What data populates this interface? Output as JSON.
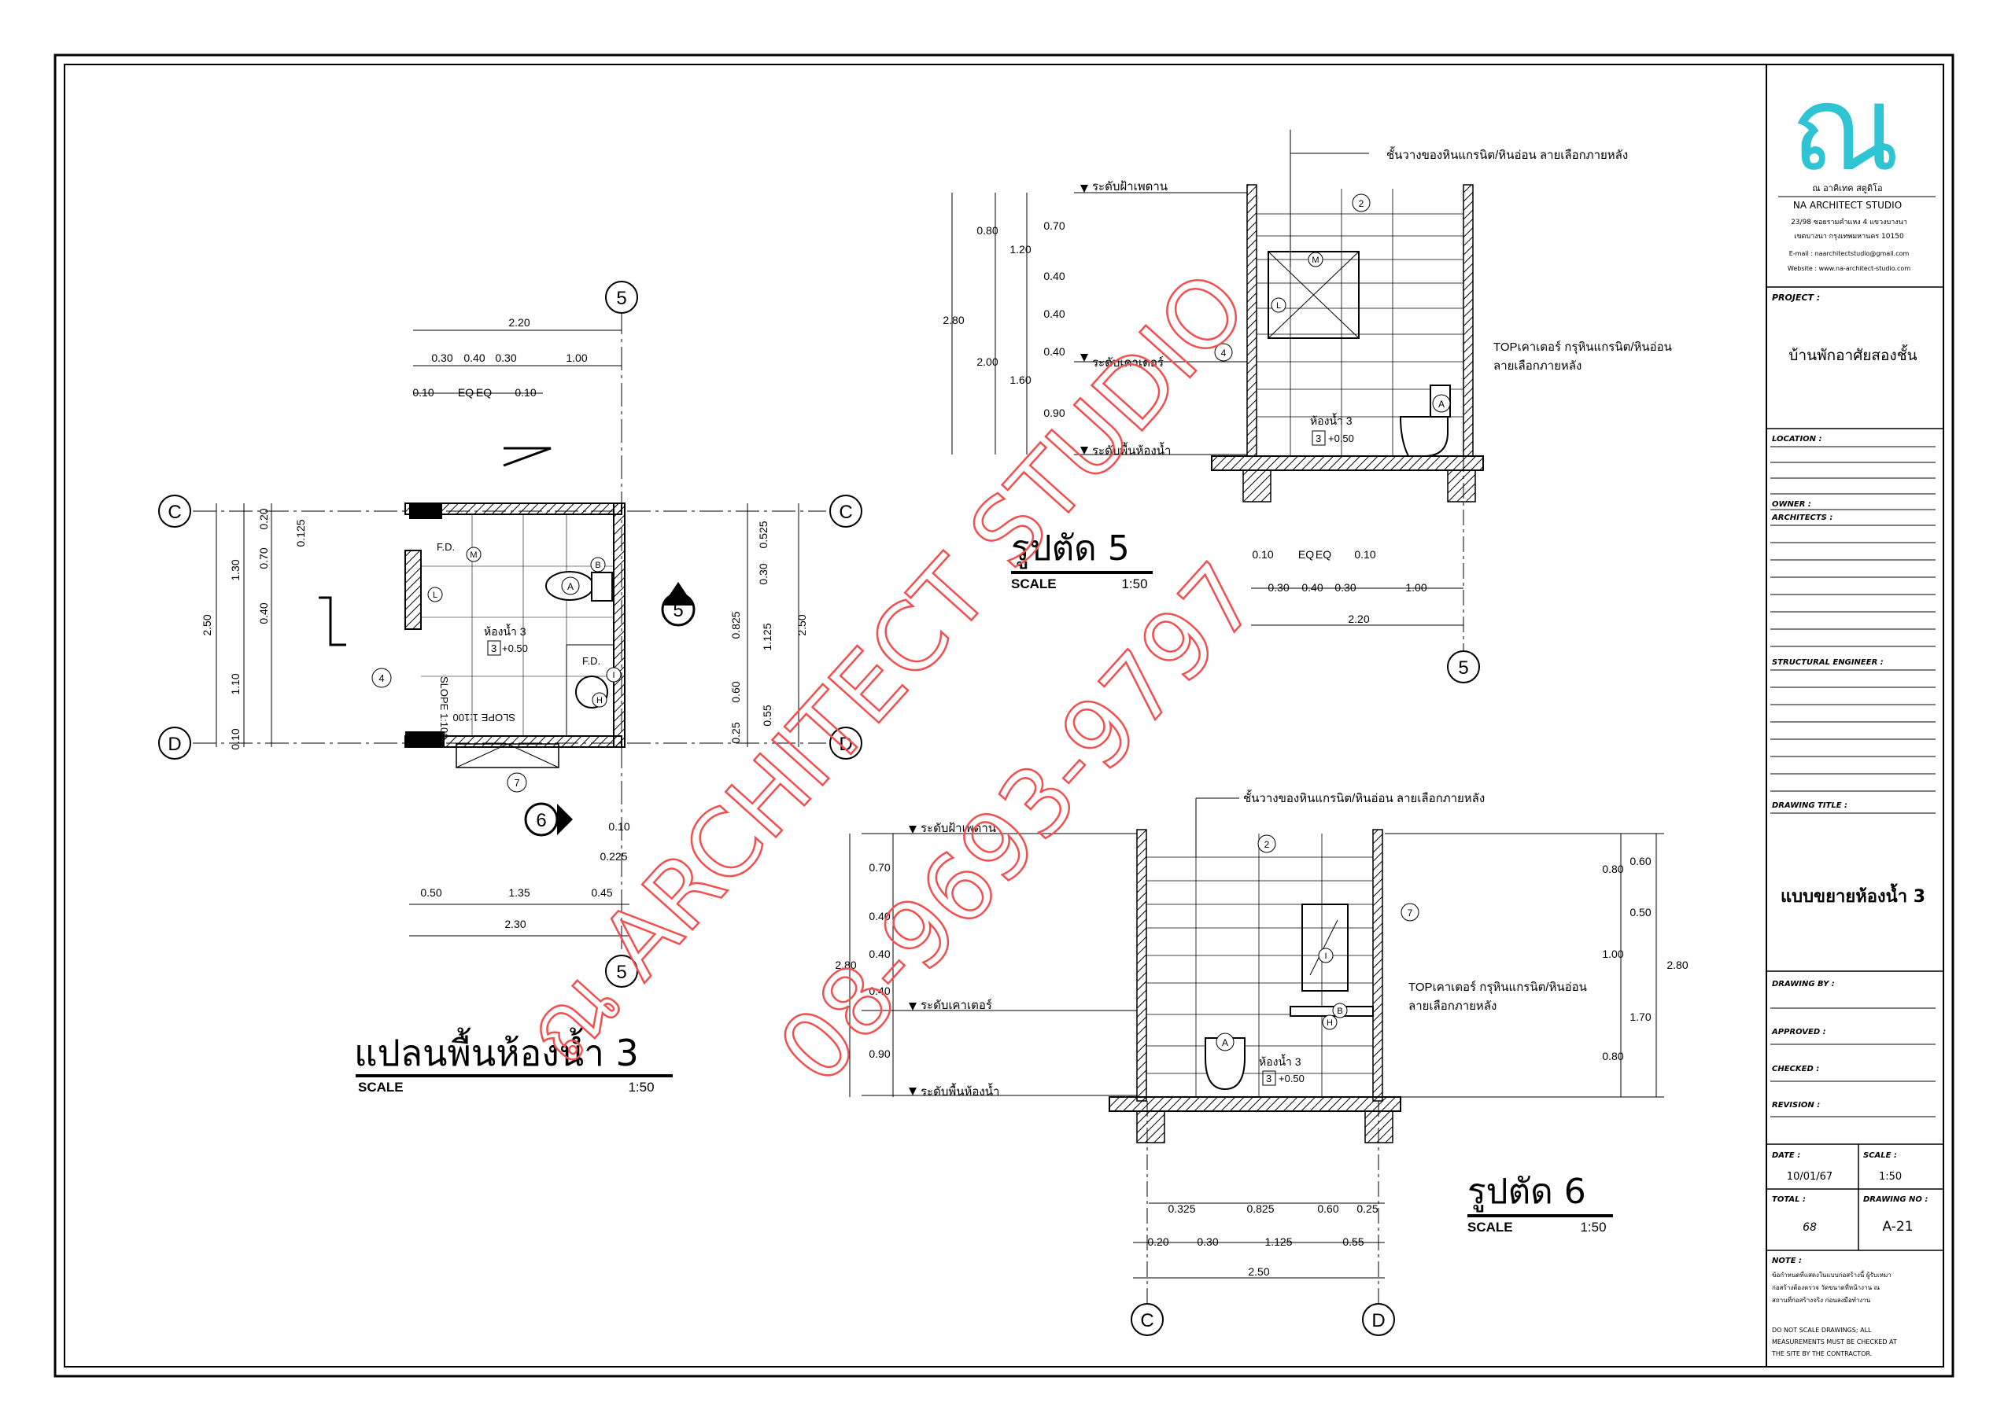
{
  "title_block": {
    "logo_text": "ณ",
    "studio_th": "ณ อาคิเทค สตูดิโอ",
    "studio_en": "NA ARCHITECT STUDIO",
    "addr1": "23/98 ซอยรามคำแหง 4 แขวงบางนา",
    "addr2": "เขตบางนา กรุงเทพมหานคร 10150",
    "email": "E-mail : naarchitectstudio@gmail.com",
    "website": "Website : www.na-architect-studio.com",
    "project_label": "PROJECT :",
    "project_name": "บ้านพักอาศัยสองชั้น",
    "location_label": "LOCATION :",
    "owner_label": "OWNER :",
    "architects_label": "ARCHITECTS :",
    "structural_label": "STRUCTURAL ENGINEER :",
    "drawing_title_label": "DRAWING TITLE :",
    "drawing_title": "แบบขยายห้องน้ำ 3",
    "drawn_by_label": "DRAWING BY :",
    "approved_label": "APPROVED :",
    "checked_label": "CHECKED :",
    "revision_label": "REVISION :",
    "date_label": "DATE :",
    "date_value": "10/01/67",
    "scale_label": "SCALE :",
    "scale_value": "1:50",
    "total_label": "TOTAL :",
    "total_value": "68",
    "drawing_no_label": "DRAWING NO :",
    "drawing_no_value": "A-21",
    "note_label": "NOTE :",
    "note_th1": "ข้อกำหนดที่แสดงในแบบก่อสร้างนี้ ผู้รับเหมา",
    "note_th2": "ก่อสร้างต้องตรวจ วัดขนาดที่หน้างาน ณ",
    "note_th3": "สถานที่ก่อสร้างจริง ก่อนลงมือทำงาน",
    "note_en1": "DO NOT SCALE DRAWINGS; ALL",
    "note_en2": "MEASUREMENTS MUST BE CHECKED AT",
    "note_en3": "THE SITE BY THE CONTRACTOR."
  },
  "plan": {
    "title": "แปลนพื้นห้องน้ำ 3",
    "scale_label": "SCALE",
    "scale_value": "1:50",
    "room_name": "ห้องน้ำ 3",
    "room_num": "3",
    "room_level": "+0.50",
    "slope1": "SLOPE 1:100",
    "slope2": "SLOPE 1:100",
    "fd1": "F.D.",
    "fd2": "F.D.",
    "grid_5": "5",
    "grid_c": "C",
    "grid_d": "D",
    "sec5_tag": "5",
    "sec6_tag": "6",
    "dims": {
      "top_total": "2.20",
      "t1": "0.30",
      "t2": "0.40",
      "t3": "0.30",
      "t4": "1.00",
      "t5": "0.10",
      "eq1": "EQ",
      "eq2": "EQ",
      "t6": "0.10",
      "left_total": "2.50",
      "l1": "1.30",
      "l2": "1.10",
      "l3": "0.10",
      "li1": "0.20",
      "li2": "0.125",
      "li3": "0.70",
      "li4": "0.40",
      "r1": "0.525",
      "r2": "0.30",
      "r3": "0.825",
      "r4": "0.60",
      "r5": "0.25",
      "r6": "1.125",
      "r7": "0.55",
      "right_total": "2.50",
      "b1": "0.50",
      "b2": "1.35",
      "b3": "0.45",
      "bottom_total": "2.30",
      "bs1": "0.10",
      "bs2": "0.225"
    },
    "tags": {
      "a": "A",
      "b": "B",
      "h": "H",
      "i": "I",
      "l": "L",
      "m": "M",
      "4": "4",
      "7": "7"
    }
  },
  "sec5": {
    "title": "รูปตัด 5",
    "scale_label": "SCALE",
    "scale_value": "1:50",
    "note_shelf": "ชั้นวางของหินแกรนิต/หินอ่อน ลายเลือกภายหลัง",
    "note_top1": "TOPเคาเตอร์ กรุหินแกรนิต/หินอ่อน",
    "note_top2": "ลายเลือกภายหลัง",
    "lvl_ceiling": "ระดับฝ้าเพดาน",
    "lvl_counter": "ระดับเคาเตอร์",
    "lvl_floor": "ระดับพื้นห้องน้ำ",
    "room_name": "ห้องน้ำ 3",
    "room_num": "3",
    "room_level": "+0.50",
    "d_total": "2.80",
    "d_a": "0.80",
    "d_b": "2.00",
    "d_c": "1.20",
    "d_d": "1.60",
    "d_1": "0.70",
    "d_2": "0.40",
    "d_3": "0.40",
    "d_4": "0.40",
    "d_5": "0.90",
    "b1": "0.10",
    "eq1": "EQ",
    "eq2": "EQ",
    "b2": "0.10",
    "b3": "0.30",
    "b4": "0.40",
    "b5": "0.30",
    "b6": "1.00",
    "b_total": "2.20",
    "grid": "5",
    "tag_2": "2",
    "tag_4": "4",
    "tag_a": "A",
    "tag_l": "L",
    "tag_m": "M"
  },
  "sec6": {
    "title": "รูปตัด 6",
    "scale_label": "SCALE",
    "scale_value": "1:50",
    "note_shelf": "ชั้นวางของหินแกรนิต/หินอ่อน ลายเลือกภายหลัง",
    "note_top1": "TOPเคาเตอร์ กรุหินแกรนิต/หินอ่อน",
    "note_top2": "ลายเลือกภายหลัง",
    "lvl_ceiling": "ระดับฝ้าเพดาน",
    "lvl_counter": "ระดับเคาเตอร์",
    "lvl_floor": "ระดับพื้นห้องน้ำ",
    "room_name": "ห้องน้ำ 3",
    "room_num": "3",
    "room_level": "+0.50",
    "l_total": "2.80",
    "l1": "0.70",
    "l2": "0.40",
    "l3": "0.40",
    "l4": "0.40",
    "l5": "0.90",
    "r1": "0.60",
    "r2": "0.50",
    "r3": "0.80",
    "r4": "1.00",
    "r5": "1.70",
    "r6": "0.80",
    "r_total": "2.80",
    "b1": "0.325",
    "b2": "0.825",
    "b3": "0.60",
    "b4": "0.25",
    "b5": "0.20",
    "b6": "0.30",
    "b7": "1.125",
    "b8": "0.55",
    "b_total": "2.50",
    "grid_c": "C",
    "grid_d": "D",
    "tag_2": "2",
    "tag_7": "7",
    "tag_a": "A",
    "tag_b": "B",
    "tag_h": "H",
    "tag_i": "I"
  },
  "watermark": {
    "line1": "ณ ARCHITECT STUDIO",
    "line2": "08-9693-9797"
  }
}
